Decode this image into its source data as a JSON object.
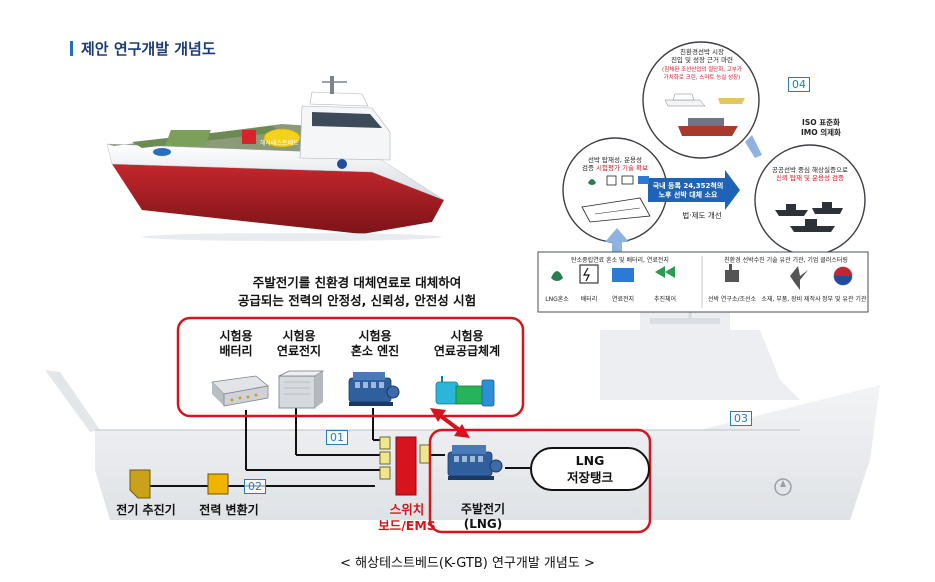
{
  "title": "제안 연구개발 개념도",
  "description": [
    "주발전기를 친환경 대체연료로 대체하여",
    "공급되는 전력의 안정성, 신뢰성, 안전성 시험"
  ],
  "test_equipment": [
    {
      "line1": "시험용",
      "line2": "배터리"
    },
    {
      "line1": "시험용",
      "line2": "연료전지"
    },
    {
      "line1": "시험용",
      "line2": "혼소 엔진"
    },
    {
      "line1": "시험용",
      "line2": "연료공급체계"
    }
  ],
  "bottom_labels": {
    "propulsion": "전기 추진기",
    "converter": "전력 변환기",
    "switchboard": [
      "스위치",
      "보드/EMS"
    ],
    "main_generator": [
      "주발전기",
      "(LNG)"
    ],
    "lng_tank": [
      "LNG",
      "저장탱크"
    ]
  },
  "numbers": {
    "n01": "01",
    "n02": "02",
    "n03": "03",
    "n04": "04"
  },
  "ship_text": {
    "name_sign": "해사테스트베드"
  },
  "infographic": {
    "circle_top": {
      "line1": "친환경선박 시장",
      "line2": "진입 및 성장 근거 마련",
      "red": [
        "(침체된 조선산업의 절단화, 고부가",
        "가치화로 크린, 스마트 능실 성장)"
      ]
    },
    "circle_left": {
      "line1": "선박 탑재성, 운용성",
      "line2": "검증",
      "red": "시험평가 기술 확보"
    },
    "circle_right": {
      "line1": "공공선박 중심 해상실증으로",
      "red": "신뢰 탑재 및 운용성 검증"
    },
    "iso": [
      "ISO 표준화",
      "IMO 의제화"
    ],
    "domestic": [
      "국내 등록 24,352척의",
      "노후 선박 대체 소요"
    ],
    "law": "법·제도 개선",
    "bottom_left_title": "탄소중립연료 혼소 및 배터리, 연료전지",
    "bottom_right_title": "친환경 선박수진 기술 유관 기관, 기업 클러스터링",
    "bottom_left_items": [
      "LNG혼소",
      "배터리",
      "연료전지",
      "추진체어"
    ],
    "bottom_right_items": [
      "선박 연구소/조선소",
      "소재, 부품, 장비 제작사",
      "정부 및 유관 기관"
    ]
  },
  "caption": "< 해상테스트베드(K-GTB) 연구개발 개념도 >",
  "colors": {
    "accent_red": "#d7141d",
    "title_blue": "#1c3c74",
    "number_blue": "#2a7bb8",
    "engine_blue": "#2f5f9c",
    "fuel_green": "#27b35a",
    "converter_yellow": "#f0b400"
  }
}
